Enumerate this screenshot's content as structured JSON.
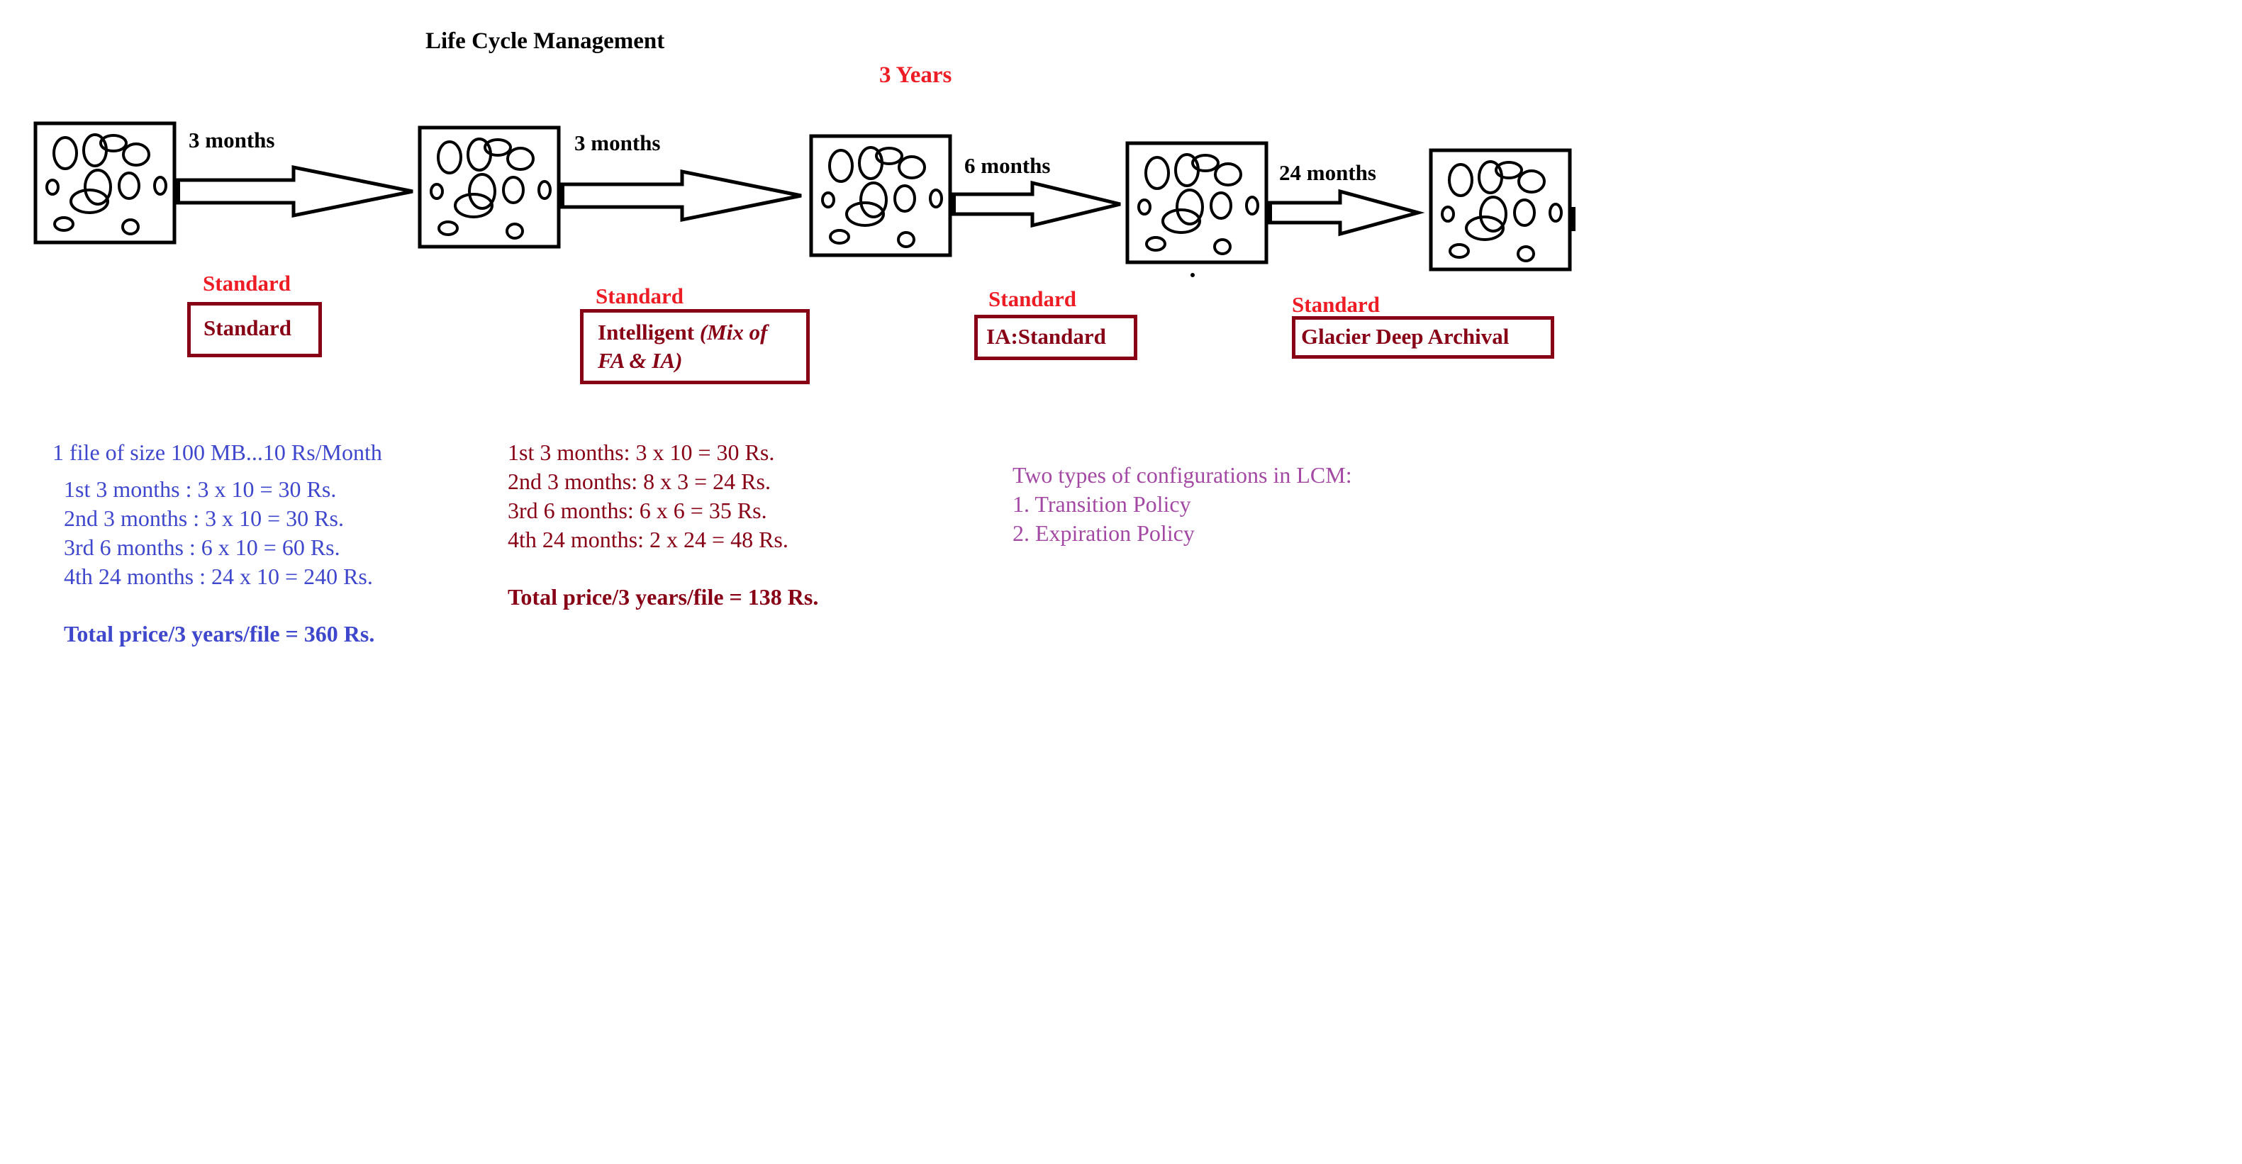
{
  "title": "Life Cycle Management",
  "duration_label": "3 Years",
  "transitions": [
    "3 months",
    "3 months",
    "6 months",
    "24 months"
  ],
  "stages": [
    {
      "class_label": "Standard",
      "box_text": "Standard"
    },
    {
      "class_label": "Standard",
      "box_text_main": "Intelligent",
      "box_text_italic": "(Mix of",
      "box_text_line2": "FA & IA)"
    },
    {
      "class_label": "Standard",
      "box_text": "IA:Standard"
    },
    {
      "class_label": "Standard",
      "box_text": "Glacier Deep Archival"
    }
  ],
  "standard_pricing": {
    "header": "1 file of size 100 MB...10 Rs/Month",
    "lines": [
      "1st 3 months : 3 x 10 = 30 Rs.",
      "2nd 3 months : 3 x 10 = 30 Rs.",
      "3rd 6 months : 6 x 10 = 60 Rs.",
      "4th 24 months : 24 x 10 = 240 Rs."
    ],
    "total": "Total price/3 years/file = 360 Rs."
  },
  "lcm_pricing": {
    "lines": [
      "1st 3 months: 3 x 10 = 30 Rs.",
      "2nd 3 months: 8 x 3 = 24 Rs.",
      "3rd 6 months: 6 x 6 = 35 Rs.",
      "4th 24 months: 2 x 24 = 48 Rs."
    ],
    "total": "Total price/3 years/file = 138 Rs."
  },
  "config_note": {
    "header": "Two types of configurations in LCM:",
    "items": [
      "1. Transition Policy",
      "2. Expiration Policy"
    ]
  },
  "colors": {
    "red": "#ee1c24",
    "maroon": "#880015",
    "blue": "#3f48cc",
    "purple": "#a349a4",
    "black": "#000000"
  },
  "icons": [
    "bucket-icon",
    "arrow-right-icon"
  ]
}
